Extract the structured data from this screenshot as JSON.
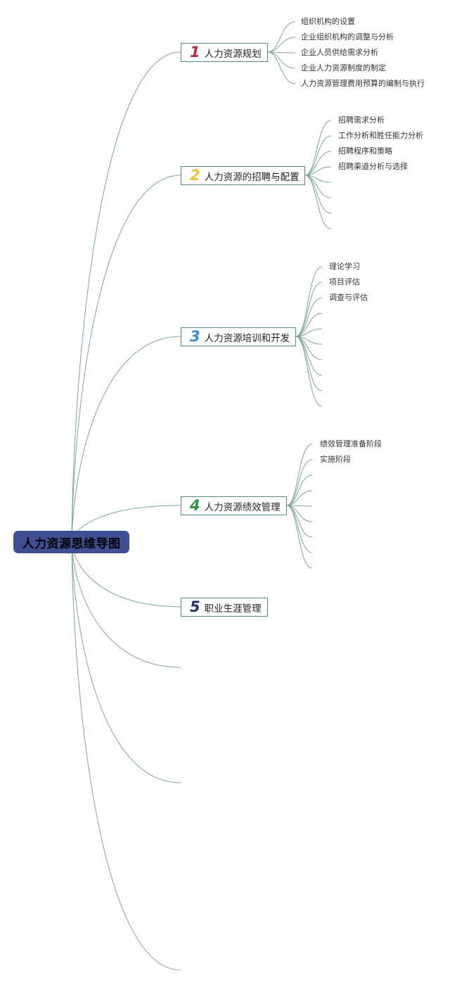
{
  "diagram": {
    "root": {
      "label": "人力资源思维导图"
    },
    "branches": [
      {
        "number": "1",
        "number_color": "#c0253a",
        "label": "人力资源规划",
        "children": [
          "组织机构的设置",
          "企业组织机构的调整与分析",
          "企业人员供给需求分析",
          "企业人力资源制度的制定",
          "人力资源管理费用预算的编制与执行"
        ]
      },
      {
        "number": "2",
        "number_color": "#f2c12e",
        "label": "人力资源的招聘与配置",
        "children": [
          "招聘需求分析",
          "工作分析和胜任能力分析",
          "招聘程序和策略",
          "招聘渠道分析与选择"
        ]
      },
      {
        "number": "3",
        "number_color": "#2f8fd0",
        "label": "人力资源培训和开发",
        "children": [
          "理论学习",
          "项目评估",
          "调查与评估"
        ]
      },
      {
        "number": "4",
        "number_color": "#2a9a3a",
        "label": "人力资源绩效管理",
        "children": [
          "绩效管理准备阶段",
          "实施阶段"
        ]
      },
      {
        "number": "5",
        "number_color": "#1f2f72",
        "label": "职业生涯管理",
        "children": []
      }
    ],
    "colors": {
      "connector": "#7aa892",
      "root_fill": "#3f4f96",
      "branch_border": "#5a8c75"
    }
  }
}
